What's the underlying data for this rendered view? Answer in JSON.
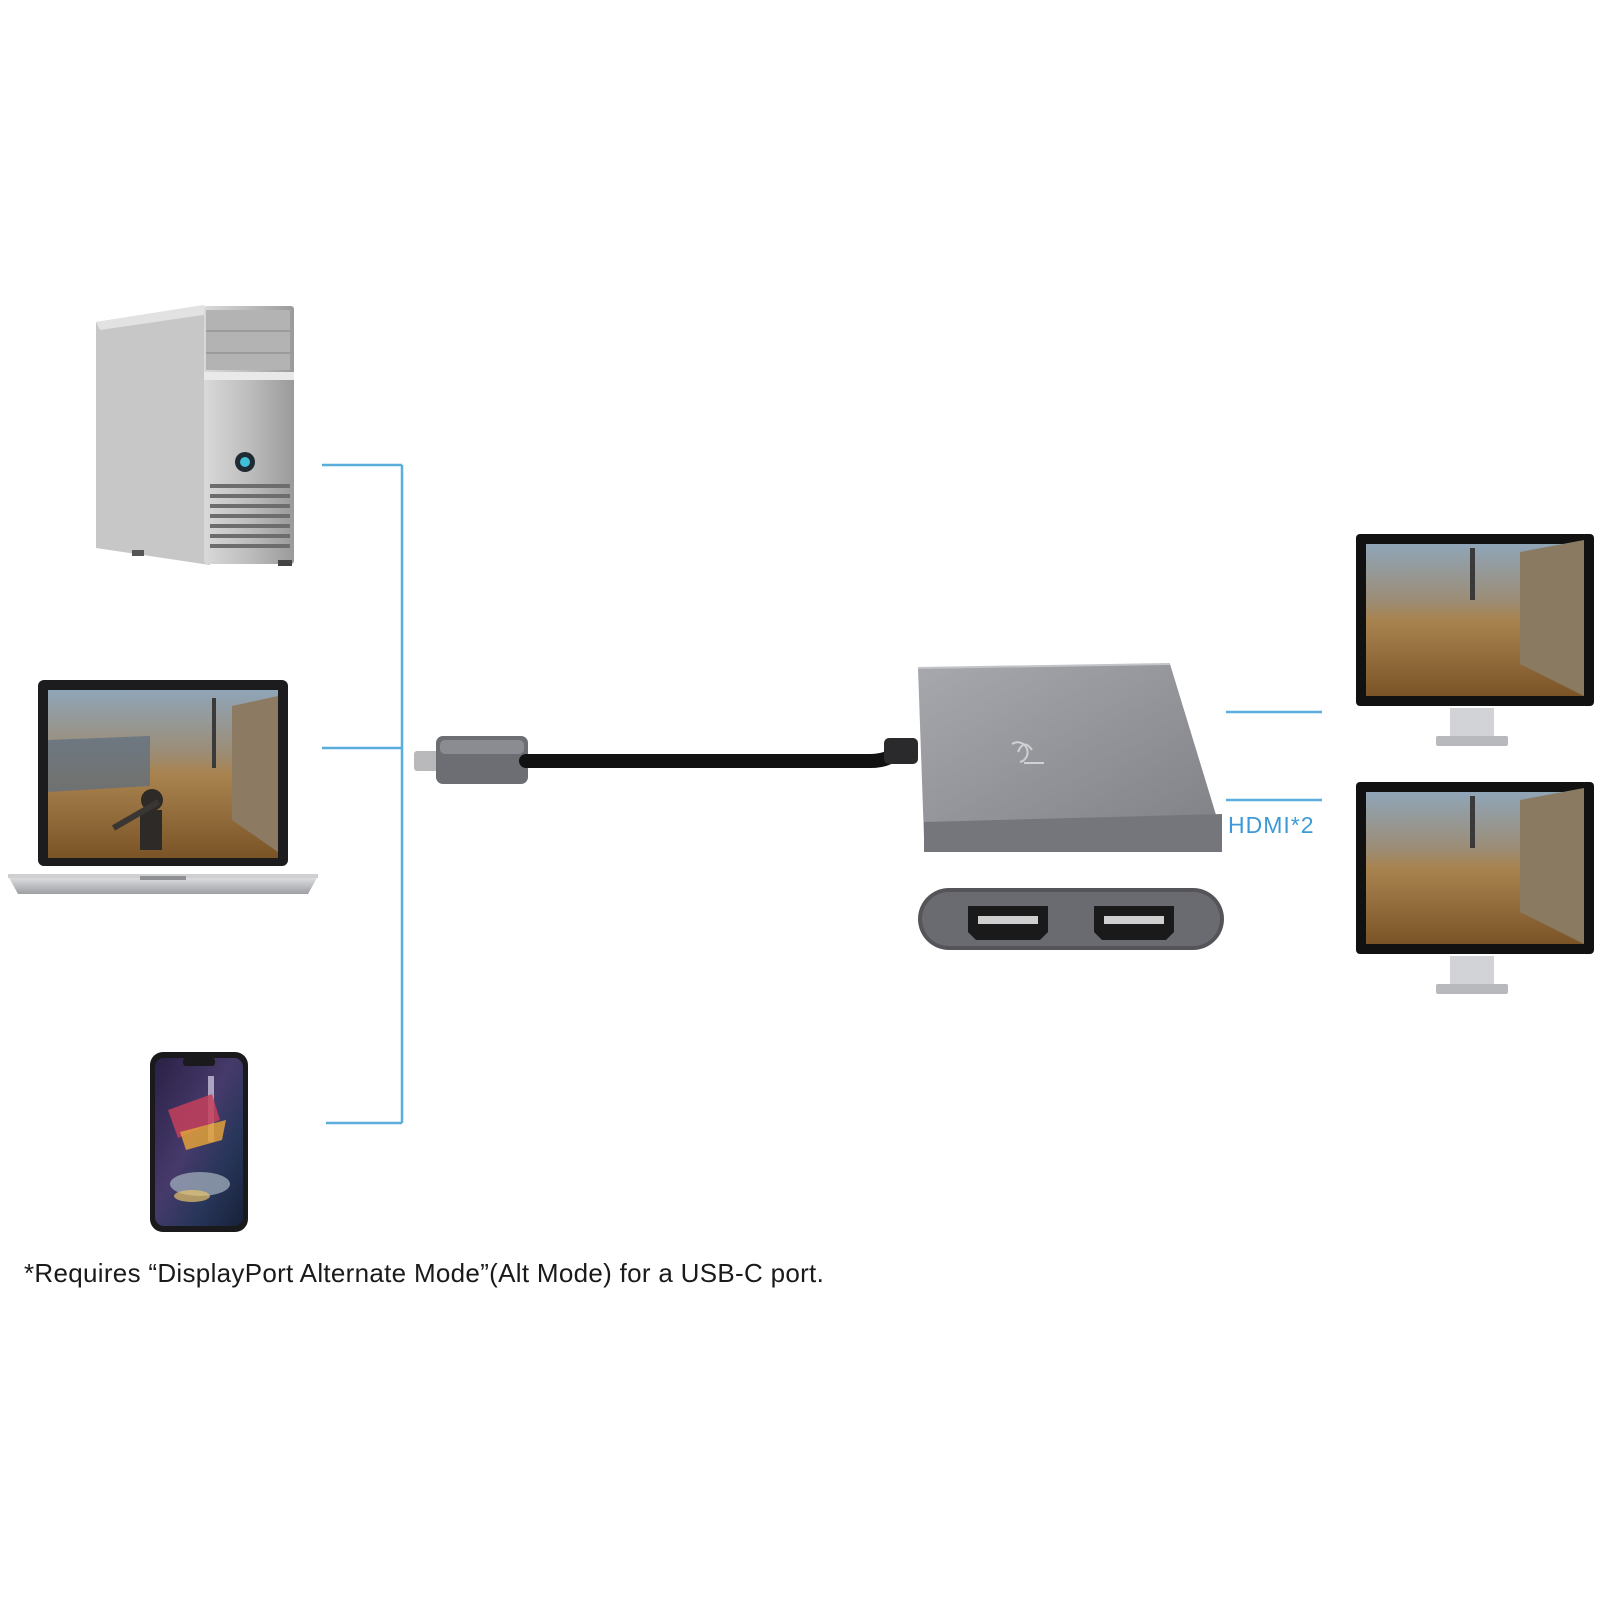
{
  "labels": {
    "output_label": "HDMI*2",
    "footnote": "*Requires “DisplayPort Alternate Mode”(Alt Mode) for a USB-C port."
  },
  "colors": {
    "connector_line": "#5aaedc",
    "hub_body": "#8a8c91",
    "background": "#ffffff",
    "text": "#1a1a1a",
    "accent_text": "#3d9ad6"
  },
  "sources": [
    "desktop-tower-icon",
    "laptop-icon",
    "smartphone-icon"
  ],
  "outputs": [
    "monitor-icon",
    "monitor-icon"
  ],
  "device": "usb-c-to-dual-hdmi-adapter"
}
